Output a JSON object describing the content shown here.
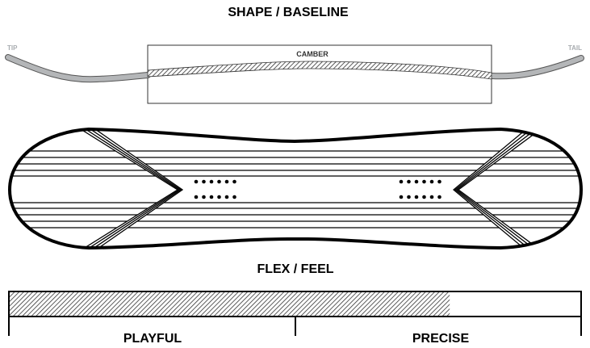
{
  "shape_title": "SHAPE / BASELINE",
  "tip_label": "TIP",
  "tail_label": "TAIL",
  "camber_label": "CAMBER",
  "flex_title": "FLEX / FEEL",
  "flex": {
    "value": 0.77,
    "left_label": "PLAYFUL",
    "right_label": "PRECISE"
  },
  "colors": {
    "rocker": "#b4b6b8",
    "label_gray": "#a8acb0",
    "ink": "#000000"
  }
}
